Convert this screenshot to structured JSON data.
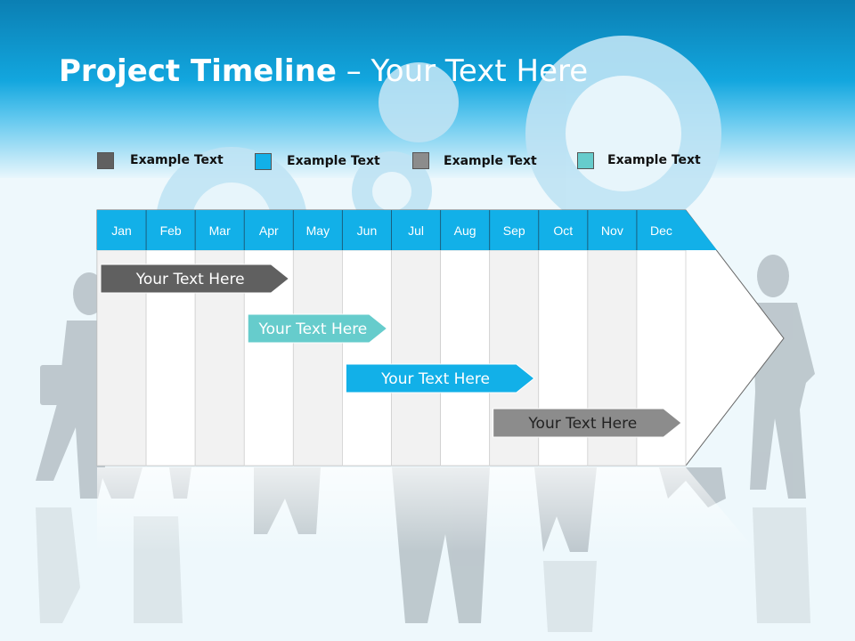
{
  "title": {
    "main": "Project Timeline",
    "separator": " – ",
    "sub": "Your Text Here"
  },
  "legend": [
    {
      "label": "Example Text",
      "color": "#606060"
    },
    {
      "label": "Example Text",
      "color": "#12b0e8"
    },
    {
      "label": "Example Text",
      "color": "#8c8c8c"
    },
    {
      "label": "Example Text",
      "color": "#66cccc"
    }
  ],
  "months": [
    "Jan",
    "Feb",
    "Mar",
    "Apr",
    "May",
    "Jun",
    "Jul",
    "Aug",
    "Sep",
    "Oct",
    "Nov",
    "Dec"
  ],
  "tasks": [
    {
      "label": "Your  Text Here",
      "start": "Jan",
      "end": "Apr",
      "color": "#606060",
      "text_color": "#ffffff"
    },
    {
      "label": "Your  Text Here",
      "start": "Apr",
      "end": "Jun",
      "color": "#66cccc",
      "text_color": "#ffffff"
    },
    {
      "label": "Your  Text Here",
      "start": "Jun",
      "end": "Sep",
      "color": "#12b0e8",
      "text_color": "#ffffff"
    },
    {
      "label": "Your  Text Here",
      "start": "Sep",
      "end": "Dec",
      "color": "#8c8c8c",
      "text_color": "#222222"
    }
  ],
  "colors": {
    "header": "#12a6de",
    "month_bar": "#12b0e8",
    "shaded_column": "#f2f2f2"
  }
}
